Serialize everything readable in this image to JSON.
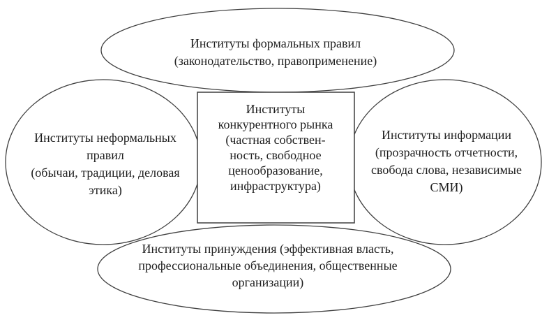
{
  "diagram": {
    "description": "Institutional environment of a competitive market diagram",
    "colors": {
      "background": "#ffffff",
      "stroke": "#3f3f3f",
      "text": "#1e1e1e"
    },
    "nodes": {
      "formal_rules": {
        "shape": "ellipse",
        "label": "Институты формальных правил\n(законодательство, правоприменение)"
      },
      "informal_rules": {
        "shape": "ellipse",
        "label": "Институты неформальных\nправил\n(обычаи, традиции, деловая\nэтика)"
      },
      "competitive_market": {
        "shape": "rectangle",
        "label": "Институты\nконкурентного рынка\n(частная собствен-\nность, свободное\nценообразование,\nинфраструктура)"
      },
      "information": {
        "shape": "ellipse",
        "label": "Институты информации\n(прозрачность отчетности,\nсвобода слова, независимые\nСМИ)"
      },
      "enforcement": {
        "shape": "ellipse",
        "label": "Институты принуждения (эффективная власть,\nпрофессиональные объединения, общественные\nорганизации)"
      }
    }
  }
}
